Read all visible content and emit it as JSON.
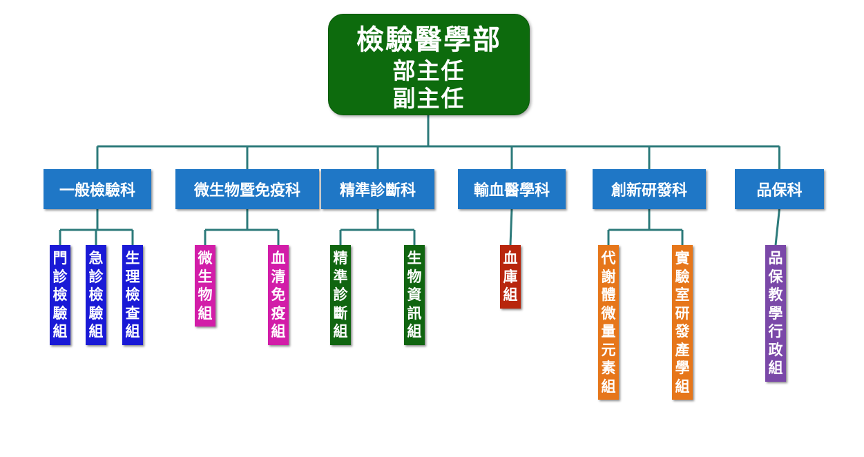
{
  "root": {
    "title": "檢驗醫學部",
    "line1": "部主任",
    "line2": "副主任"
  },
  "colors": {
    "root": "#0d6b0d",
    "connector": "#2c7a7a",
    "dept": "#1f77c6",
    "blue": "#1a1ad6",
    "magenta": "#d21da8",
    "green": "#106510",
    "red": "#b8260d",
    "orange": "#e6761a",
    "purple": "#7a48a8"
  },
  "departments": [
    {
      "name": "一般檢驗科",
      "units": [
        {
          "name": "門診檢驗組",
          "color": "blue"
        },
        {
          "name": "急診檢驗組",
          "color": "blue"
        },
        {
          "name": "生理檢查組",
          "color": "blue"
        }
      ]
    },
    {
      "name": "微生物暨免疫科",
      "units": [
        {
          "name": "微生物組",
          "color": "magenta"
        },
        {
          "name": "血清免疫組",
          "color": "magenta"
        }
      ]
    },
    {
      "name": "精準診斷科",
      "units": [
        {
          "name": "精準診斷組",
          "color": "green"
        },
        {
          "name": "生物資訊組",
          "color": "green"
        }
      ]
    },
    {
      "name": "輸血醫學科",
      "units": [
        {
          "name": "血庫組",
          "color": "red"
        }
      ]
    },
    {
      "name": "創新研發科",
      "units": [
        {
          "name": "代謝體微量元素組",
          "color": "orange"
        },
        {
          "name": "實驗室研發產學組",
          "color": "orange"
        }
      ]
    },
    {
      "name": "品保科",
      "units": [
        {
          "name": "品保教學行政組",
          "color": "purple"
        }
      ]
    }
  ]
}
